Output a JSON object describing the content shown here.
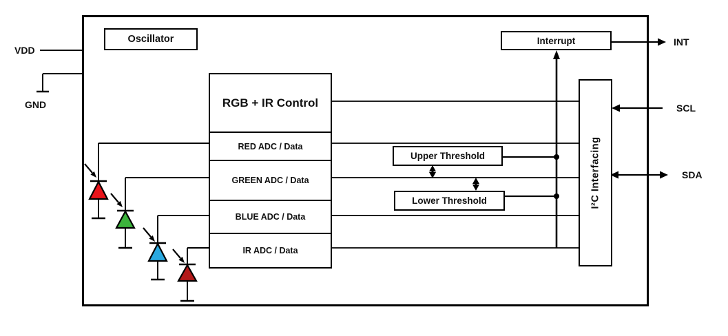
{
  "blocks": {
    "oscillator": "Oscillator",
    "control_title": "RGB + IR Control",
    "adc_rows": [
      "RED ADC / Data",
      "GREEN ADC / Data",
      "BLUE ADC / Data",
      "IR ADC / Data"
    ],
    "upper_threshold": "Upper Threshold",
    "lower_threshold": "Lower Threshold",
    "interrupt": "Interrupt",
    "i2c_interfacing": "I²C Interfacing"
  },
  "pins": {
    "vdd": "VDD",
    "gnd": "GND",
    "int": "INT",
    "scl": "SCL",
    "sda": "SDA"
  },
  "photodiodes": [
    {
      "name": "red-photodiode",
      "color": "#e8141b"
    },
    {
      "name": "green-photodiode",
      "color": "#3cb43c"
    },
    {
      "name": "blue-photodiode",
      "color": "#2aa9e0"
    },
    {
      "name": "ir-photodiode",
      "color": "#b31919"
    }
  ],
  "colors": {
    "wire": "#000000",
    "background": "#ffffff",
    "text": "#111111"
  }
}
